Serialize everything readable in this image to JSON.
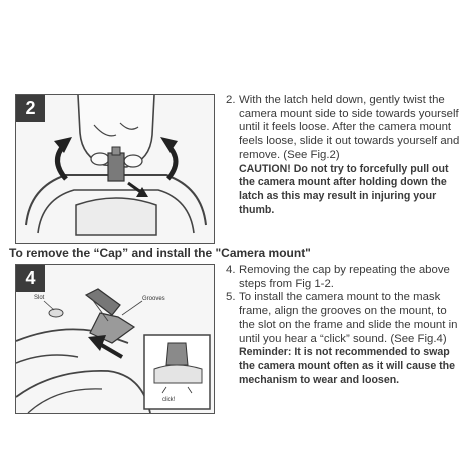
{
  "fig2": {
    "number": "2"
  },
  "fig4": {
    "number": "4",
    "label_slot": "Slot",
    "label_grooves": "Grooves",
    "label_click": "click!"
  },
  "section_heading": "To remove the “Cap” and install the \"Camera mount\"",
  "steps_top": {
    "step2_number": "2.",
    "step2_text": "With the latch held down, gently twist the camera mount side to side towards yourself until it feels loose. After the camera mount feels loose, slide it out towards yourself and remove. (See Fig.2)",
    "caution_prefix": "CAUTION!",
    "caution_text": " Do not try to forcefully pull out the camera mount after holding down the latch as this may result in injuring your thumb."
  },
  "steps_bottom": {
    "step4_number": "4.",
    "step4_text": "Removing the cap by repeating the above steps from Fig 1-2.",
    "step5_number": "5.",
    "step5_text": "To install the camera mount to the mask frame, align the grooves on the mount, to the slot on the frame and slide the mount in until you hear a “click” sound. (See Fig.4)",
    "reminder_prefix": "Reminder:",
    "reminder_text": " It is not recommended to swap the camera mount often as it will cause the mechanism to wear and loosen."
  },
  "colors": {
    "line_art": "#444444",
    "badge": "#3c3c3c"
  }
}
